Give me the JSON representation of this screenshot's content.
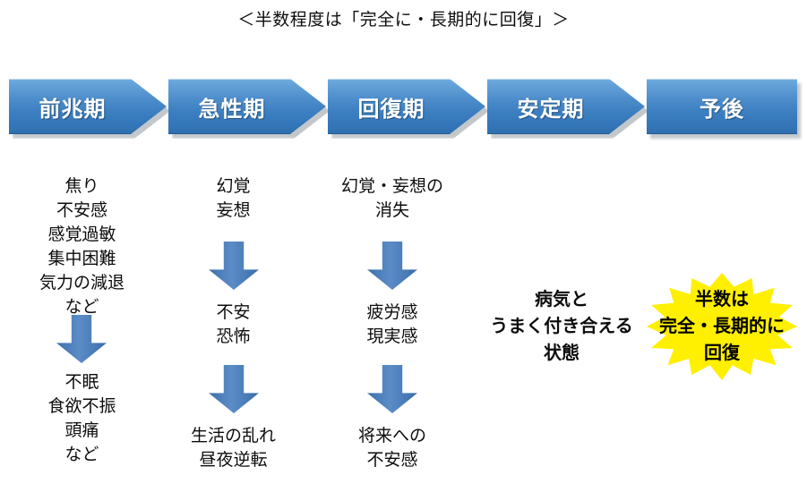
{
  "title": "＜半数程度は「完全に・長期的に回復」＞",
  "colors": {
    "banner_blue_light": "#7db3e2",
    "banner_blue_dark": "#2f6fae",
    "arrow_blue": "#4a7cb8",
    "burst_yellow": "#ffef00",
    "text_black": "#0d0d0d",
    "banner_text": "#ffffff"
  },
  "phases": [
    {
      "label": "前兆期",
      "shape": "chevron"
    },
    {
      "label": "急性期",
      "shape": "chevron"
    },
    {
      "label": "回復期",
      "shape": "chevron"
    },
    {
      "label": "安定期",
      "shape": "chevron"
    },
    {
      "label": "予後",
      "shape": "rectangle"
    }
  ],
  "columns": [
    {
      "phase": "前兆期",
      "blocks": [
        {
          "type": "text",
          "value": "焦り\n不安感\n感覚過敏\n集中困難\n気力の減退\nなど"
        },
        {
          "type": "arrow",
          "value": "down-arrow"
        },
        {
          "type": "text",
          "value": "不眠\n食欲不振\n頭痛\nなど"
        }
      ]
    },
    {
      "phase": "急性期",
      "blocks": [
        {
          "type": "text",
          "value": "幻覚\n妄想"
        },
        {
          "type": "arrow",
          "value": "down-arrow"
        },
        {
          "type": "text",
          "value": "不安\n恐怖"
        },
        {
          "type": "arrow",
          "value": "down-arrow"
        },
        {
          "type": "text",
          "value": "生活の乱れ\n昼夜逆転"
        }
      ]
    },
    {
      "phase": "回復期",
      "blocks": [
        {
          "type": "text",
          "value": "幻覚・妄想の\n消失"
        },
        {
          "type": "arrow",
          "value": "down-arrow"
        },
        {
          "type": "text",
          "value": "疲労感\n現実感"
        },
        {
          "type": "arrow",
          "value": "down-arrow"
        },
        {
          "type": "text",
          "value": "将来への\n不安感"
        }
      ]
    },
    {
      "phase": "安定期",
      "blocks": [
        {
          "type": "text-bold",
          "value": "病気と\nうまく付き合える\n状態"
        }
      ]
    },
    {
      "phase": "予後",
      "blocks": [
        {
          "type": "burst",
          "value": "半数は\n完全・長期的に\n回復"
        }
      ]
    }
  ]
}
